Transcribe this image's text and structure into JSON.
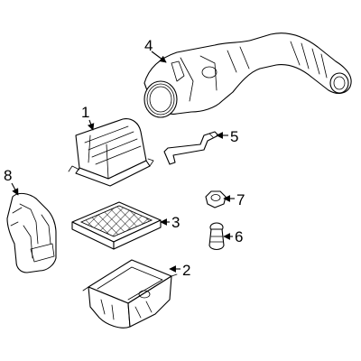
{
  "diagram": {
    "callouts": [
      {
        "id": "callout-1",
        "number": "1"
      },
      {
        "id": "callout-2",
        "number": "2"
      },
      {
        "id": "callout-3",
        "number": "3"
      },
      {
        "id": "callout-4",
        "number": "4"
      },
      {
        "id": "callout-5",
        "number": "5"
      },
      {
        "id": "callout-6",
        "number": "6"
      },
      {
        "id": "callout-7",
        "number": "7"
      },
      {
        "id": "callout-8",
        "number": "8"
      }
    ],
    "colors": {
      "line": "#000000",
      "background": "#ffffff"
    }
  }
}
